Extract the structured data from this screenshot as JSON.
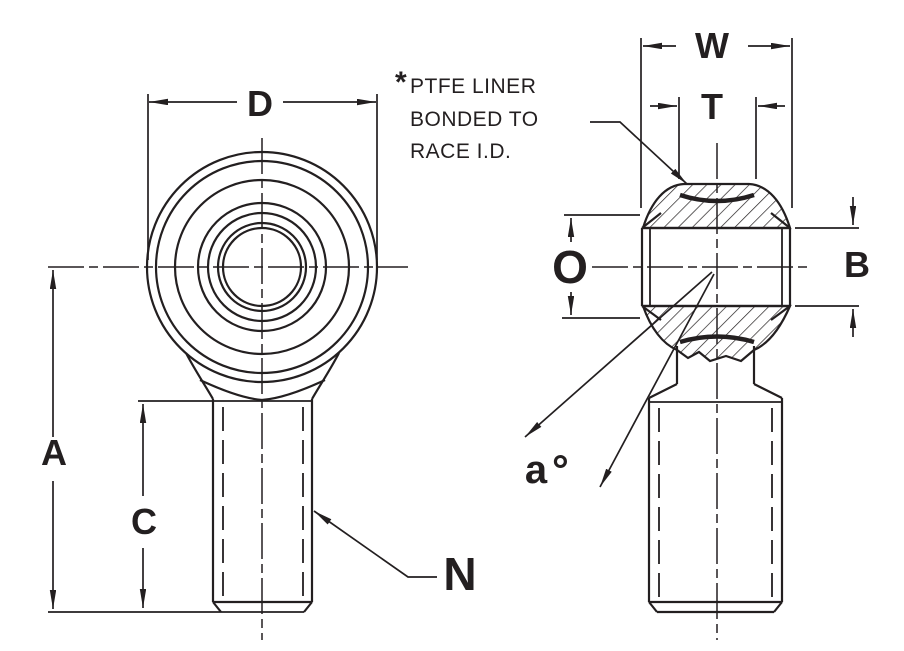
{
  "drawing": {
    "labels": {
      "head_diameter": "D",
      "overall_length": "A",
      "thread_length": "C",
      "thread_callout": "N",
      "head_width": "W",
      "liner_width": "T",
      "race_width": "O",
      "ball_width": "B",
      "misalignment_angle": "a",
      "degree_symbol": "°"
    },
    "note": {
      "marker": "*",
      "line1": "PTFE LINER",
      "line2": "BONDED TO",
      "line3": "RACE I.D."
    },
    "colors": {
      "ink": "#231f20",
      "background": "#ffffff"
    }
  }
}
